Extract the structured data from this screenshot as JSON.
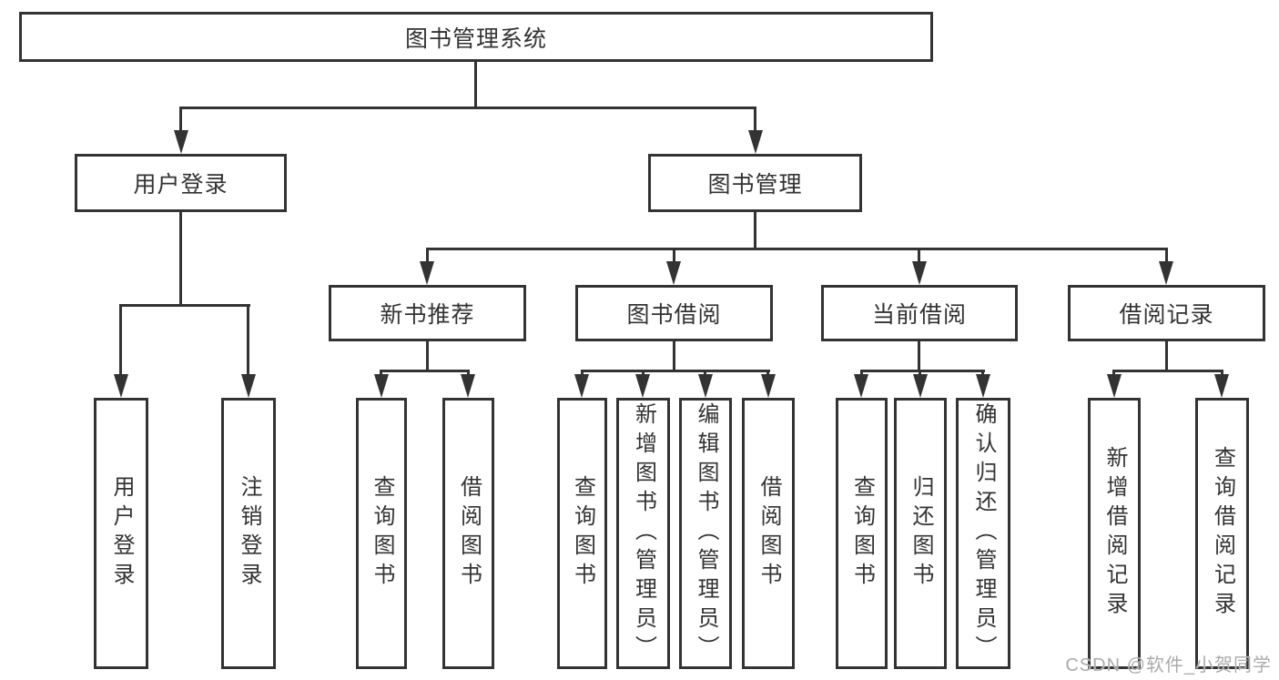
{
  "diagram": {
    "title": "图书管理系统",
    "type": "functional-structure-tree",
    "tree": {
      "label": "图书管理系统",
      "children": [
        {
          "label": "用户登录",
          "children": [
            {
              "label": "用户登录"
            },
            {
              "label": "注销登录"
            }
          ]
        },
        {
          "label": "图书管理",
          "children": [
            {
              "label": "新书推荐",
              "children": [
                {
                  "label": "查询图书"
                },
                {
                  "label": "借阅图书"
                }
              ]
            },
            {
              "label": "图书借阅",
              "children": [
                {
                  "label": "查询图书"
                },
                {
                  "label": "新增图书（管理员）"
                },
                {
                  "label": "编辑图书（管理员）"
                },
                {
                  "label": "借阅图书"
                }
              ]
            },
            {
              "label": "当前借阅",
              "children": [
                {
                  "label": "查询图书"
                },
                {
                  "label": "归还图书"
                },
                {
                  "label": "确认归还（管理员）"
                }
              ]
            },
            {
              "label": "借阅记录",
              "children": [
                {
                  "label": "新增借阅记录"
                },
                {
                  "label": "查询借阅记录"
                }
              ]
            }
          ]
        }
      ]
    }
  },
  "watermark": {
    "text": "CSDN @软件_小贺同学"
  },
  "colors": {
    "line": "#333333",
    "box_border": "#333333",
    "text": "#333333",
    "watermark": "#ababab",
    "background": "#ffffff"
  }
}
